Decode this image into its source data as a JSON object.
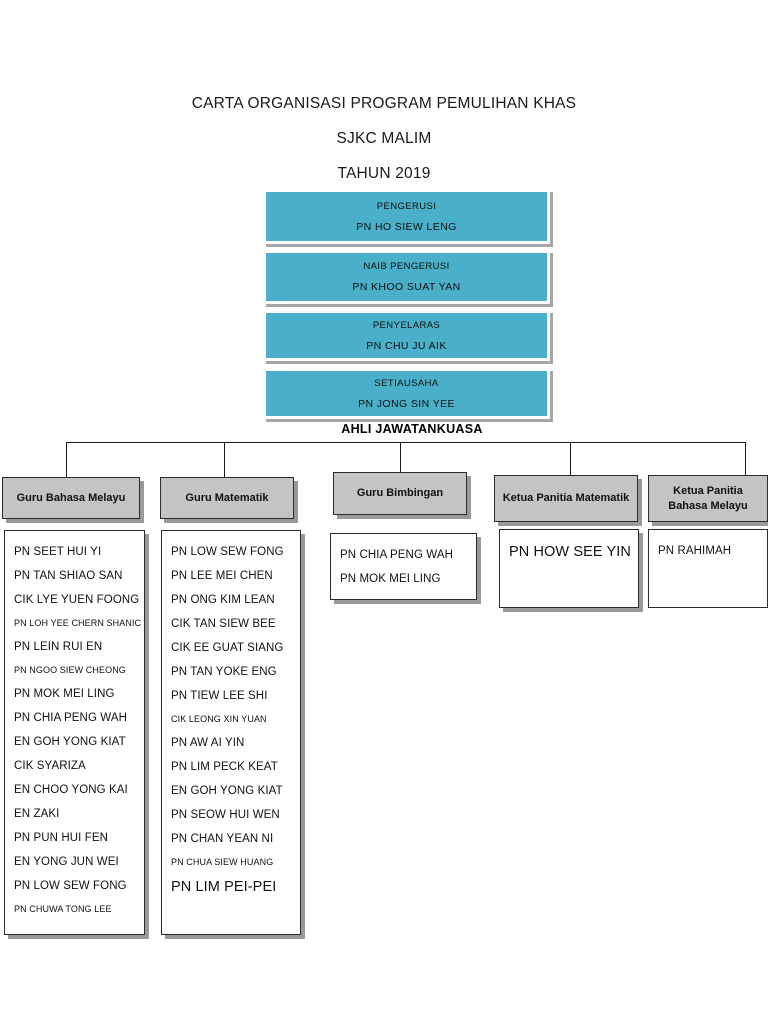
{
  "title": {
    "line1": "CARTA ORGANISASI PROGRAM PEMULIHAN KHAS",
    "line2": "SJKC MALIM",
    "line3": "TAHUN 2019"
  },
  "colors": {
    "teal": "#4AAFC8",
    "header_gray": "#C4C4C4",
    "shadow_gray": "#9A9A9A",
    "text": "#111111"
  },
  "officers": [
    {
      "role": "PENGERUSI",
      "name": "PN HO SIEW LENG"
    },
    {
      "role": "NAIB PENGERUSI",
      "name": "PN KHOO SUAT YAN"
    },
    {
      "role": "PENYELARAS",
      "name": "PN CHU JU AIK"
    },
    {
      "role": "SETIAUSAHA",
      "name": "PN JONG SIN YEE"
    }
  ],
  "committee_caption": "AHLI JAWATANKUASA",
  "columns": [
    {
      "header": "Guru Bahasa Melayu",
      "members": [
        {
          "name": "PN SEET HUI YI",
          "size": "normal"
        },
        {
          "name": "PN TAN SHIAO SAN",
          "size": "normal"
        },
        {
          "name": "CIK LYE YUEN FOONG",
          "size": "normal"
        },
        {
          "name": "PN LOH YEE CHERN SHANIC",
          "size": "small"
        },
        {
          "name": "PN LEIN RUI EN",
          "size": "normal"
        },
        {
          "name": "PN NGOO SIEW CHEONG",
          "size": "small"
        },
        {
          "name": "PN MOK MEI LING",
          "size": "normal"
        },
        {
          "name": "PN CHIA PENG WAH",
          "size": "normal"
        },
        {
          "name": "EN GOH YONG KIAT",
          "size": "normal"
        },
        {
          "name": "CIK SYARIZA",
          "size": "normal"
        },
        {
          "name": "EN CHOO YONG KAI",
          "size": "normal"
        },
        {
          "name": "EN ZAKI",
          "size": "normal"
        },
        {
          "name": "PN PUN HUI FEN",
          "size": "normal"
        },
        {
          "name": "EN YONG JUN WEI",
          "size": "normal"
        },
        {
          "name": "PN LOW SEW FONG",
          "size": "normal"
        },
        {
          "name": "PN CHUWA TONG LEE",
          "size": "small"
        }
      ]
    },
    {
      "header": "Guru Matematik",
      "members": [
        {
          "name": "PN LOW SEW FONG",
          "size": "normal"
        },
        {
          "name": "PN LEE MEI CHEN",
          "size": "normal"
        },
        {
          "name": "PN ONG KIM LEAN",
          "size": "normal"
        },
        {
          "name": "CIK TAN SIEW BEE",
          "size": "normal"
        },
        {
          "name": "CIK EE GUAT SIANG",
          "size": "normal"
        },
        {
          "name": "PN TAN YOKE ENG",
          "size": "normal"
        },
        {
          "name": "PN TIEW LEE SHI",
          "size": "normal"
        },
        {
          "name": "CIK LEONG XIN YUAN",
          "size": "small"
        },
        {
          "name": "PN AW AI YIN",
          "size": "normal"
        },
        {
          "name": "PN LIM PECK KEAT",
          "size": "normal"
        },
        {
          "name": "EN GOH YONG KIAT",
          "size": "normal"
        },
        {
          "name": "PN SEOW HUI WEN",
          "size": "normal"
        },
        {
          "name": "PN CHAN YEAN NI",
          "size": "normal"
        },
        {
          "name": "PN CHUA SIEW HUANG",
          "size": "small"
        },
        {
          "name": "PN LIM PEI-PEI",
          "size": "large"
        }
      ]
    },
    {
      "header": "Guru  Bimbingan",
      "members": [
        {
          "name": "PN CHIA PENG WAH",
          "size": "normal"
        },
        {
          "name": "PN MOK MEI LING",
          "size": "normal"
        }
      ]
    },
    {
      "header": "Ketua Panitia Matematik",
      "members": [
        {
          "name": "PN HOW SEE YIN",
          "size": "large"
        }
      ]
    },
    {
      "header": "Ketua Panitia Bahasa Melayu",
      "members": [
        {
          "name": "PN RAHIMAH",
          "size": "normal"
        }
      ]
    }
  ]
}
